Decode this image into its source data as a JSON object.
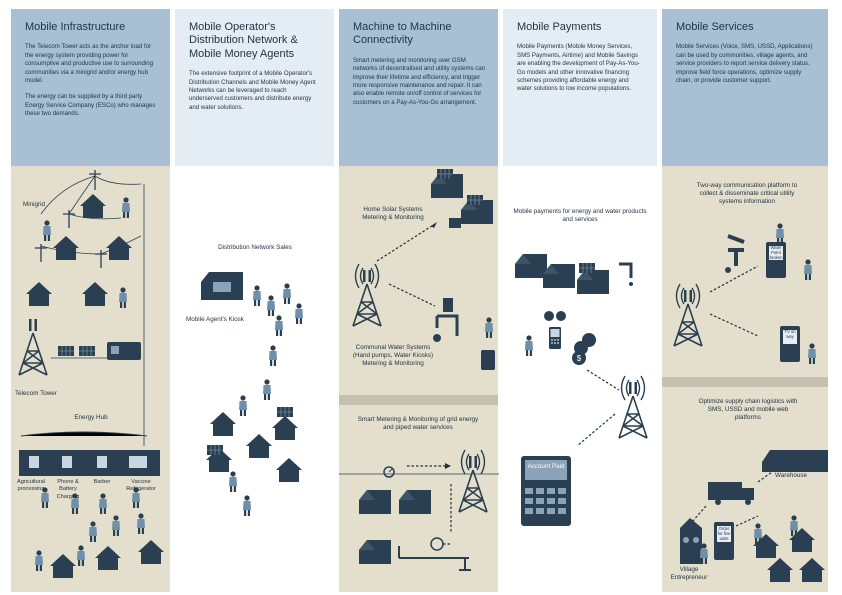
{
  "colors": {
    "header_dark": "#a9bfd4",
    "header_light": "#e4ecf4",
    "panel_beige": "#e3dfcc",
    "ink": "#2a4052",
    "dots": "#1e2f40"
  },
  "col1": {
    "title": "Mobile Infrastructure",
    "desc1": "The Telecom Tower acts as the anchor load for the energy system providing power for consumptive and productive use to surrounding communities via a minigrid and/or energy hub model.",
    "desc2": "The energy can be supplied by a third party Energy Service Company (ESCo) who manages these two demands.",
    "minigrid": "Minigrid",
    "telecom_tower": "Telecom Tower",
    "energy_hub": "Energy Hub",
    "hub_items": [
      "Agricultural processing",
      "Phone & Battery Charging",
      "Barber",
      "Vaccine Refrigerator"
    ]
  },
  "col2": {
    "title": "Mobile Operator's Distribution Network & Mobile Money Agents",
    "desc": "The extensive footprint of a Mobile Operator's Distribution Channels and Mobile Money Agent Networks can be leveraged to reach underserved customers and distribute energy and water solutions.",
    "distribution_sales": "Distribution Network Sales",
    "agent_kiosk": "Mobile Agent's Kiosk"
  },
  "col3": {
    "title": "Machine to Machine Connectivity",
    "desc": "Smart metering and monitoring over GSM networks of decentralised and utility systems can improve their lifetime and efficiency, and trigger more responsive maintenance and repair. It can also enable remote on/off control of services for customers on a Pay-As-You-Go arrangement.",
    "home_solar": "Home Solar Systems Metering & Monitoring",
    "communal_water": "Communal Water Systems (Hand pumps, Water Kiosks) Metering & Monitoring",
    "smart_metering": "Smart Metering & Monitoring of grid energy and piped water services"
  },
  "col4": {
    "title": "Mobile Payments",
    "desc": "Mobile Payments (Mobile Money Services, SMS Payments, Airtime) and Mobile Savings are enabling the development of Pay-As-You-Go models and other innovative financing schemes providing affordable energy and water solutions to low income populations.",
    "payments_label": "Mobile payments for energy and water products and services",
    "screen_text": "Account Paid"
  },
  "col5": {
    "title": "Mobile Services",
    "desc": "Mobile Services (Voice, SMS, USSD, Applications) can be used by communities, village agents, and service providers to report service delivery status, improve field force operations, optimize supply chain, or provide customer support.",
    "two_way": "Two-way communication platform to collect & disseminate critical utility systems information",
    "phone_msg1": "Water Point broken",
    "phone_msg2": "TV on way",
    "supply_chain": "Optimize supply chain logistics with SMS, USSD and mobile web platforms",
    "warehouse": "Warehouse",
    "order_msg": "Order for five units",
    "village_entrepreneur": "Village Entrepreneur"
  }
}
